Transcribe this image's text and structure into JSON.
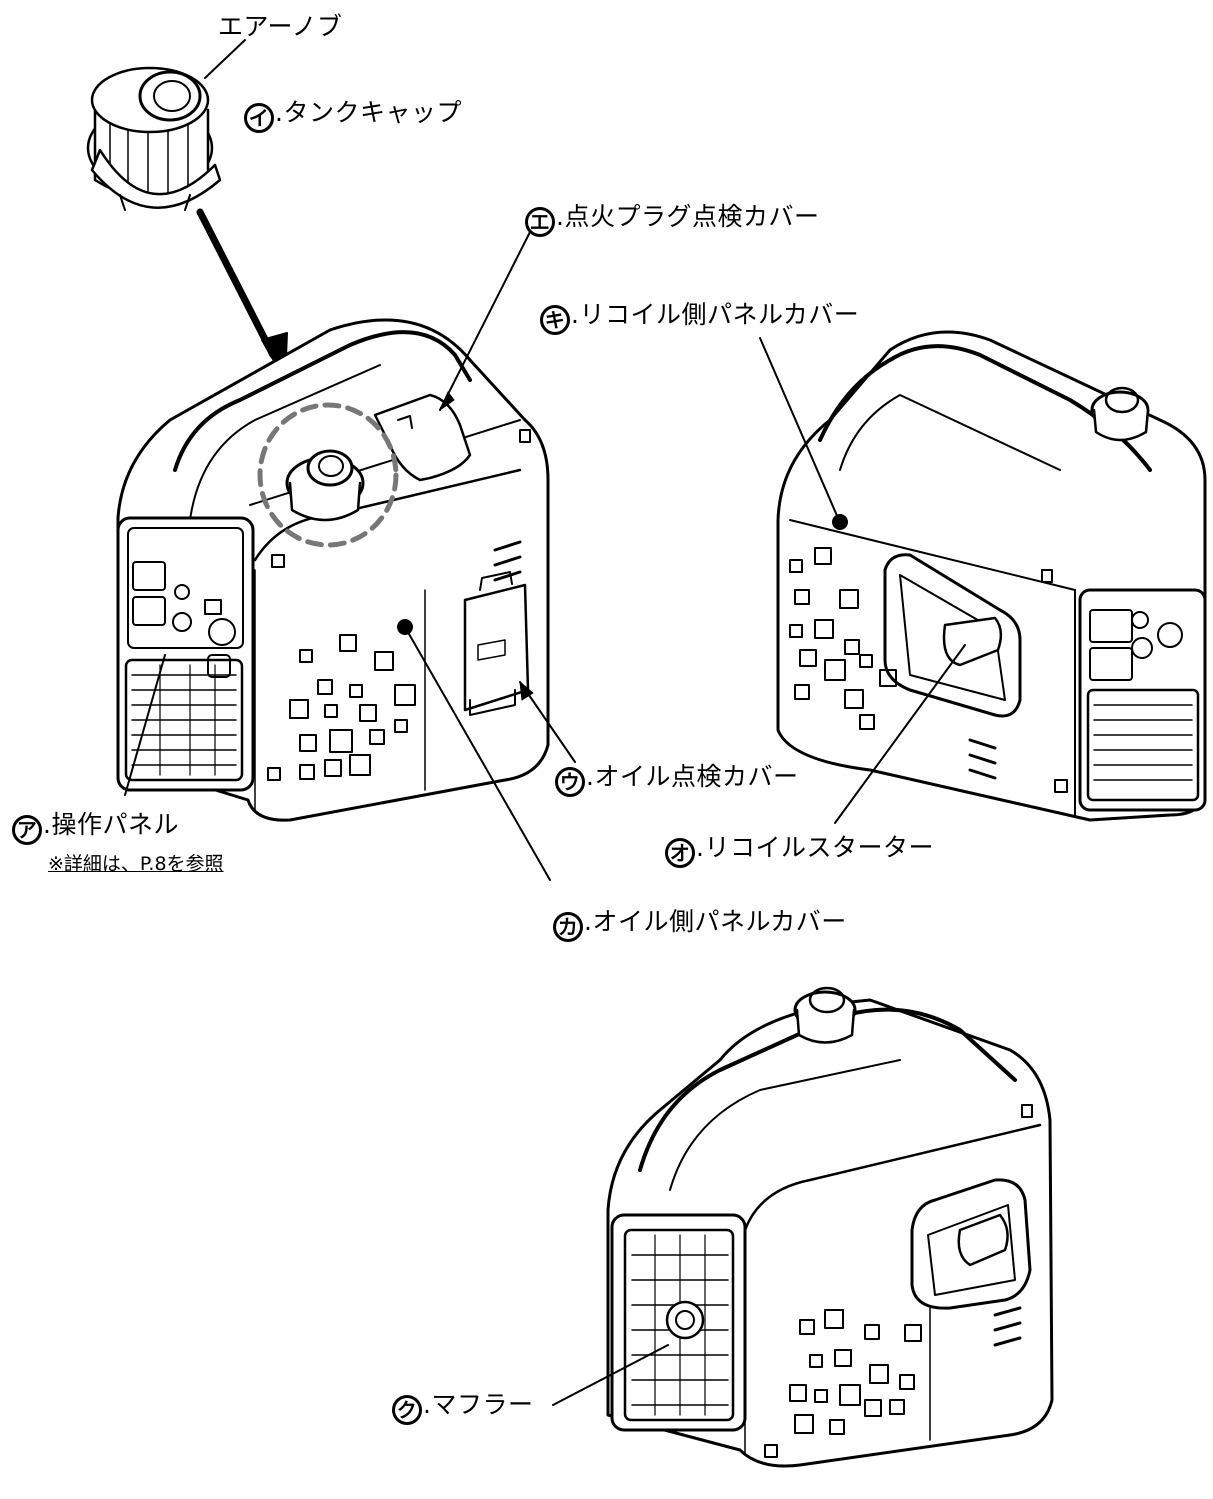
{
  "labels": {
    "air_knob": "エアーノブ",
    "tank_cap": {
      "mark": "イ",
      "text": ".タンクキャップ"
    },
    "spark_plug_cover": {
      "mark": "エ",
      "text": ".点火プラグ点検カバー"
    },
    "recoil_panel_cover": {
      "mark": "キ",
      "text": ".リコイル側パネルカバー"
    },
    "oil_check_cover": {
      "mark": "ウ",
      "text": ".オイル点検カバー"
    },
    "control_panel": {
      "mark": "ア",
      "text": ".操作パネル"
    },
    "control_panel_note": "※詳細は、P.8を参照",
    "recoil_starter": {
      "mark": "オ",
      "text": ".リコイルスターター"
    },
    "oil_panel_cover": {
      "mark": "カ",
      "text": ".オイル側パネルカバー"
    },
    "muffler": {
      "mark": "ク",
      "text": ".マフラー"
    }
  },
  "colors": {
    "line": "#000000",
    "fill": "#ffffff",
    "dash_circle": "#777777"
  }
}
